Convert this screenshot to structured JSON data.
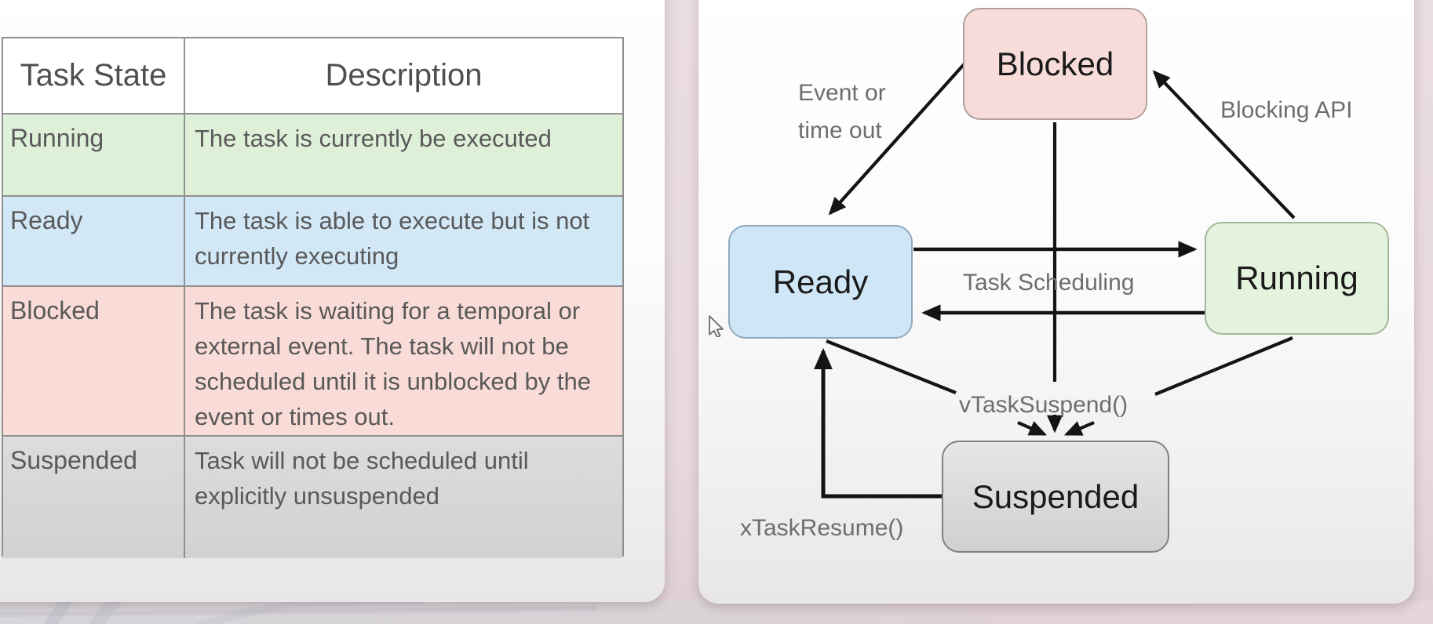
{
  "table": {
    "headers": [
      "Task State",
      "Description"
    ],
    "rows": [
      {
        "state": "Running",
        "description": "The task is currently be executed",
        "row_color": "#dff0d8"
      },
      {
        "state": "Ready",
        "description": "The task is able to execute but is not currently executing",
        "row_color": "#d2e8f7"
      },
      {
        "state": "Blocked",
        "description": "The task is waiting for a temporal or external event. The task will not be scheduled until it is unblocked by the event or times out.",
        "row_color": "#f9dcd7"
      },
      {
        "state": "Suspended",
        "description": "Task will not be scheduled until explicitly unsuspended",
        "row_color": "#d9d9d9"
      }
    ]
  },
  "diagram": {
    "nodes": [
      {
        "id": "blocked",
        "label": "Blocked",
        "color": "#f7dcd9"
      },
      {
        "id": "ready",
        "label": "Ready",
        "color": "#cfe6f7"
      },
      {
        "id": "running",
        "label": "Running",
        "color": "#e4f3de"
      },
      {
        "id": "suspended",
        "label": "Suspended",
        "color": "#d9d9d9"
      }
    ],
    "labels": {
      "event_or": "Event or",
      "time_out": "time out",
      "blocking_api": "Blocking API",
      "task_scheduling": "Task Scheduling",
      "vtasksuspend": "vTaskSuspend()",
      "xtaskresume": "xTaskResume()"
    },
    "edges": [
      {
        "from": "Blocked",
        "to": "Ready",
        "label": "Event or time out"
      },
      {
        "from": "Running",
        "to": "Blocked",
        "label": "Blocking API"
      },
      {
        "from": "Ready",
        "to": "Running",
        "label": "Task Scheduling"
      },
      {
        "from": "Running",
        "to": "Ready",
        "label": "Task Scheduling"
      },
      {
        "from": "Blocked",
        "to": "Suspended",
        "label": "vTaskSuspend()"
      },
      {
        "from": "Ready",
        "to": "Suspended",
        "label": "vTaskSuspend()"
      },
      {
        "from": "Running",
        "to": "Suspended",
        "label": "vTaskSuspend()"
      },
      {
        "from": "Suspended",
        "to": "Ready",
        "label": "xTaskResume()"
      }
    ],
    "edge_color": "#141414"
  },
  "icons": {
    "mouse_cursor": "arrow-pointer"
  }
}
